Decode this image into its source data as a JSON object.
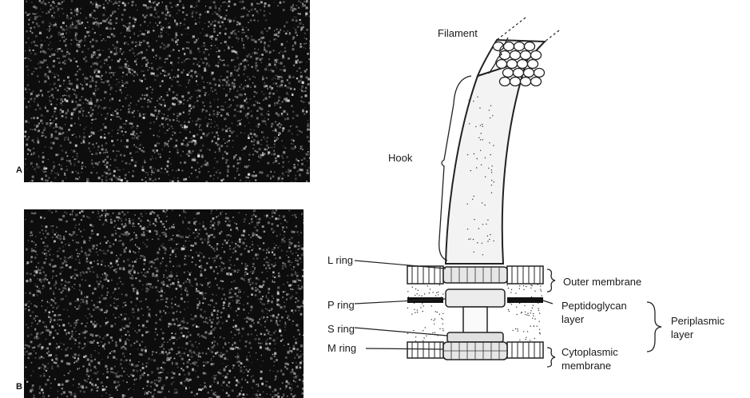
{
  "panels": [
    {
      "letter": "A"
    },
    {
      "letter": "B"
    }
  ],
  "diagram": {
    "labels": {
      "filament": "Filament",
      "hook": "Hook",
      "l_ring": "L ring",
      "p_ring": "P ring",
      "s_ring": "S ring",
      "m_ring": "M ring",
      "outer_membrane": "Outer membrane",
      "peptidoglycan_1": "Peptidoglycan",
      "peptidoglycan_2": "layer",
      "periplasmic_1": "Periplasmic",
      "periplasmic_2": "layer",
      "cytoplasmic_1": "Cytoplasmic",
      "cytoplasmic_2": "membrane"
    }
  }
}
